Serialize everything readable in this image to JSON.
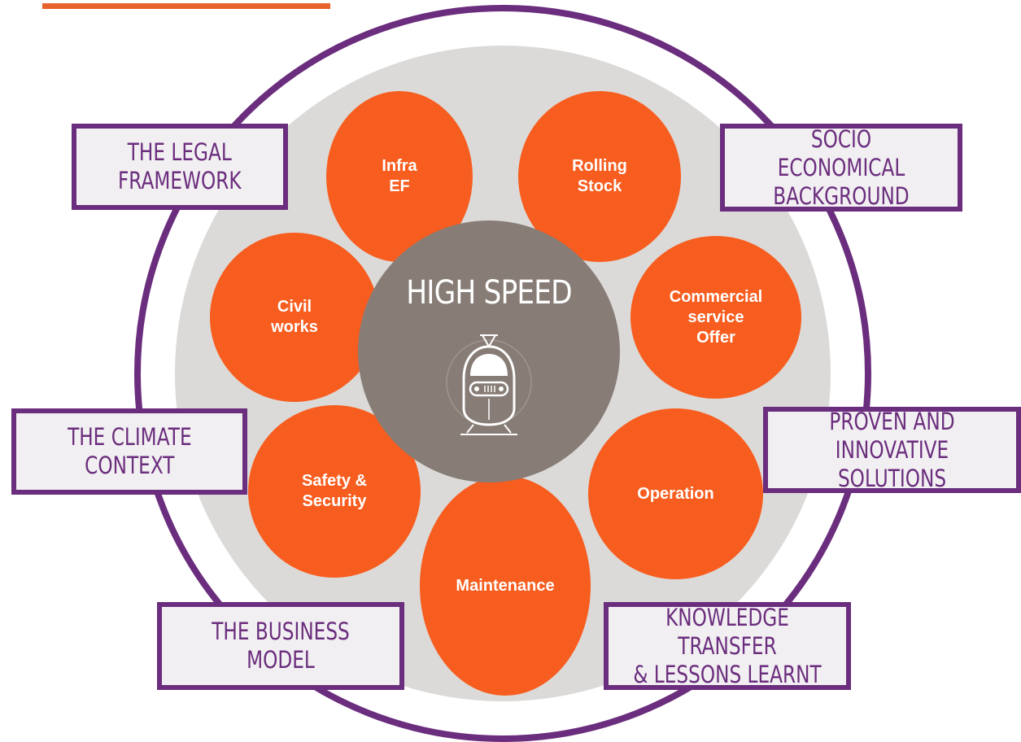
{
  "hub": {
    "title": "HIGH SPEED",
    "icon": "high-speed-train-icon"
  },
  "petals": {
    "infra": "Infra\nEF",
    "rolling_stock": "Rolling\nStock",
    "commercial": "Commercial\nservice\nOffer",
    "operation": "Operation",
    "maintenance": "Maintenance",
    "safety": "Safety &\nSecurity",
    "civil_works": "Civil\nworks"
  },
  "labels": {
    "legal": "THE LEGAL\nFRAMEWORK",
    "socio": "SOCIO ECONOMICAL\nBACKGROUND",
    "climate": "THE CLIMATE\nCONTEXT",
    "proven": "PROVEN AND INNOVATIVE\nSOLUTIONS",
    "business": "THE BUSINESS\nMODEL",
    "knowledge": "KNOWLEDGE TRANSFER\n& LESSONS LEARNT"
  },
  "colors": {
    "accent_purple": "#6b2d7d",
    "petal_orange": "#f75d1f",
    "hub_taupe": "#877c76",
    "disc_grey": "#dcdad8",
    "label_fill": "#f1eff2",
    "top_rule": "#e8622b"
  }
}
